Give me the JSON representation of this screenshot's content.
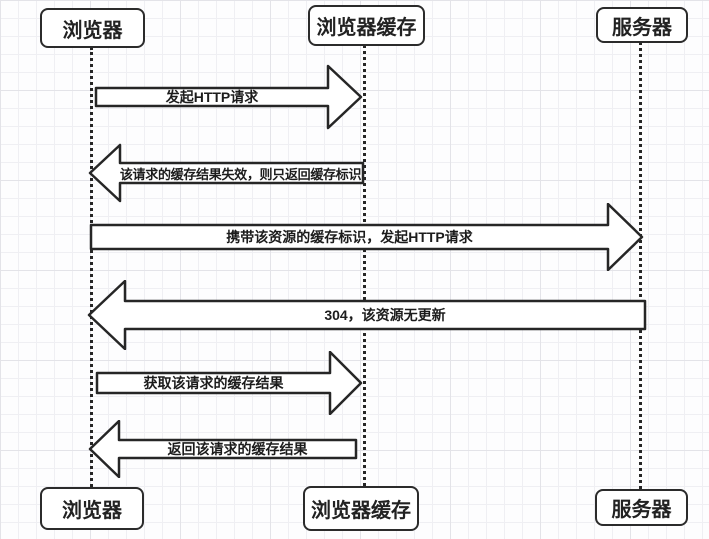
{
  "diagram": {
    "type": "sequence-diagram",
    "actors_top": [
      {
        "label": "浏览器"
      },
      {
        "label": "浏览器缓存"
      },
      {
        "label": "服务器"
      }
    ],
    "actors_bottom": [
      {
        "label": "浏览器"
      },
      {
        "label": "浏览器缓存"
      },
      {
        "label": "服务器"
      }
    ],
    "messages": [
      {
        "label": "发起HTTP请求",
        "from": "浏览器",
        "to": "浏览器缓存",
        "direction": "right"
      },
      {
        "label": "该请求的缓存结果失效，则只返回缓存标识",
        "from": "浏览器缓存",
        "to": "浏览器",
        "direction": "left"
      },
      {
        "label": "携带该资源的缓存标识，发起HTTP请求",
        "from": "浏览器",
        "to": "服务器",
        "direction": "right"
      },
      {
        "label": "304，该资源无更新",
        "from": "服务器",
        "to": "浏览器",
        "direction": "left"
      },
      {
        "label": "获取该请求的缓存结果",
        "from": "浏览器",
        "to": "浏览器缓存",
        "direction": "right"
      },
      {
        "label": "返回该请求的缓存结果",
        "from": "浏览器缓存",
        "to": "浏览器",
        "direction": "left"
      }
    ],
    "colors": {
      "stroke": "#262626",
      "box_fill": "#ffffff",
      "background": "#fdfdfe",
      "grid_line": "#e3e3e8"
    }
  }
}
